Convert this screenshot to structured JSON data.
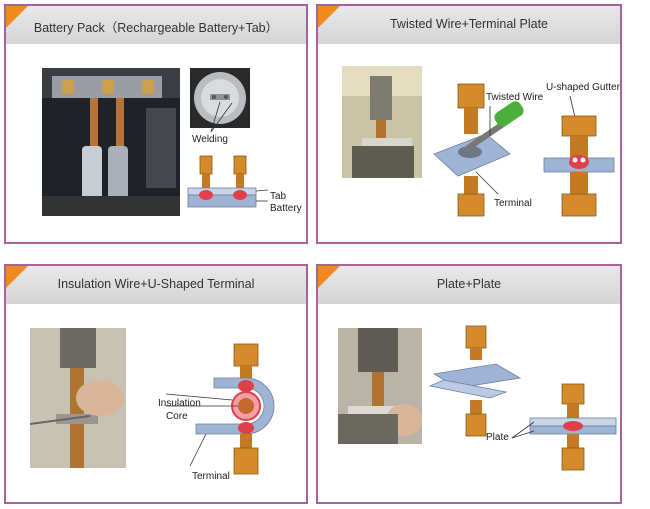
{
  "colors": {
    "panel_border": "#a8649a",
    "accent_corner": "#f08a1e",
    "electrode": "#d48a2a",
    "plate": "#9fb4d4",
    "weld": "#e0404a"
  },
  "panels": [
    {
      "title": "Battery Pack（Rechargeable Battery+Tab）",
      "labels": {
        "welding": "Welding",
        "tab": "Tab",
        "battery": "Battery"
      }
    },
    {
      "title": "Twisted Wire+Terminal Plate",
      "labels": {
        "twisted_wire": "Twisted Wire",
        "terminal": "Terminal",
        "gutter": "U-shaped Gutter"
      }
    },
    {
      "title": "Insulation Wire+U-Shaped Terminal",
      "labels": {
        "insulation": "Insulation",
        "core": "Core",
        "terminal": "Terminal"
      }
    },
    {
      "title": "Plate+Plate",
      "labels": {
        "plate": "Plate"
      }
    }
  ]
}
